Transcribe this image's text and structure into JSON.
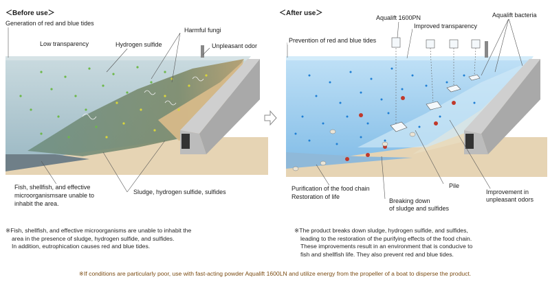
{
  "before": {
    "heading": "＜Before use＞",
    "labels": {
      "generation": "Generation of red and blue tides",
      "low_transparency": "Low transparency",
      "hydrogen_sulfide": "Hydrogen sulfide",
      "harmful_fungi": "Harmful fungi",
      "unpleasant_odor": "Unpleasant odor",
      "fish_line1": "Fish, shellfish, and effective",
      "fish_line2": "microorganismsare unable to",
      "fish_line3": "inhabit the area.",
      "sludge": "Sludge, hydrogen sulfide, sulfides"
    },
    "note": {
      "line1": "※Fish, shellfish, and effective microorganisms are unable to inhabit the",
      "line2": "area in the presence of sludge, hydrogen sulfide, and sulfides.",
      "line3": "In addition, eutrophication causes red and blue tides."
    }
  },
  "after": {
    "heading": "＜After use＞",
    "labels": {
      "product_pn": "Aqualift 1600PN",
      "improved_transparency": "Improved transparency",
      "bacteria": "Aqualift bacteria",
      "prevention": "Prevention of red and blue tides",
      "purification": "Purification of the food chain",
      "restoration": "Restoration of life",
      "breaking1": "Breaking down",
      "breaking2": "of sludge and sulfides",
      "pile": "Pile",
      "improvement1": "Improvement in",
      "improvement2": "unpleasant odors"
    },
    "note": {
      "line1": "※The product breaks down sludge, hydrogen sulfide, and sulfides,",
      "line2": "leading to the restoration of the purifying effects of the food chain.",
      "line3": "These improvements result in an environment that is conducive to",
      "line4": "fish and shellfish life. They also prevent red and blue tides."
    }
  },
  "footer": "※If conditions are particularly poor, use with fast-acting powder Aqualift 1600LN and utilize energy from the propeller of a boat to disperse the product.",
  "colors": {
    "before_water": "#b7cdd3",
    "after_water": "#a5d0ee",
    "sand": "#e6d4b4",
    "seawall": "#b9b9b9",
    "footer_text": "#7a4a10"
  }
}
